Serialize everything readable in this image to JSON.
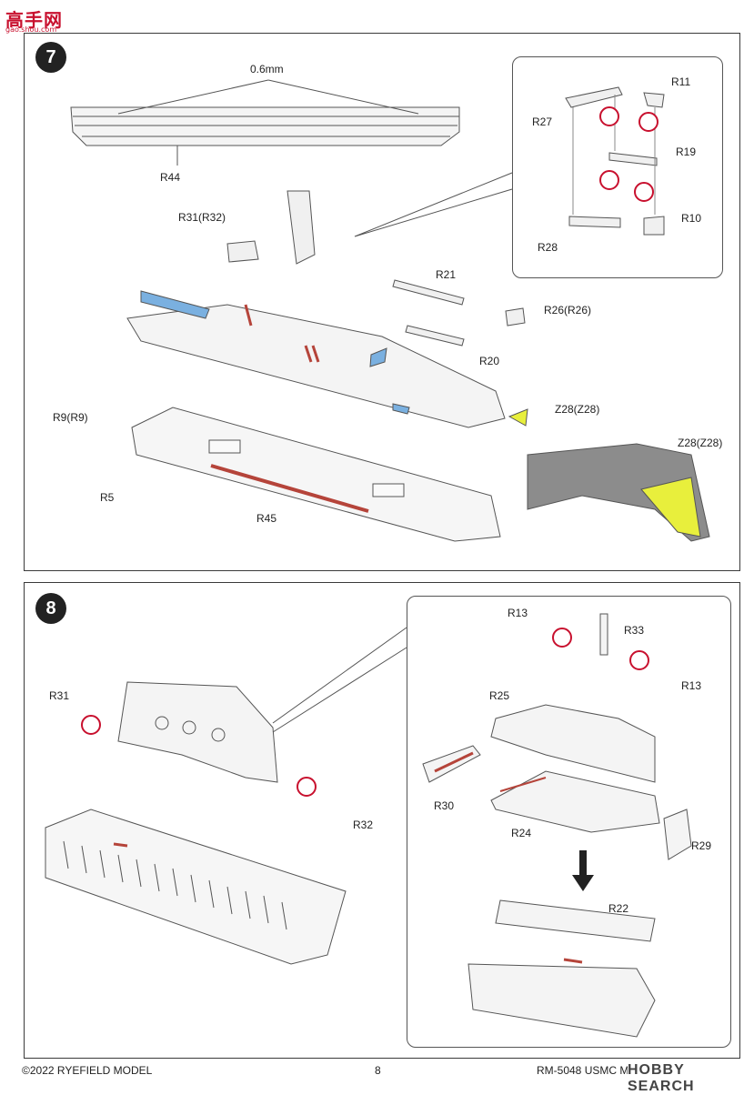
{
  "watermark": {
    "text": "高手网",
    "url": "gao.shou.com"
  },
  "steps": [
    {
      "number": "7",
      "labels": {
        "thickness": "0.6mm",
        "r44": "R44",
        "r31r32": "R31(R32)",
        "r21": "R21",
        "r26r26": "R26(R26)",
        "r20": "R20",
        "r9r9": "R9(R9)",
        "z28a": "Z28(Z28)",
        "r5": "R5",
        "r45": "R45",
        "z28b": "Z28(Z28)",
        "r11": "R11",
        "r27": "R27",
        "r19": "R19",
        "r10": "R10",
        "r28": "R28"
      }
    },
    {
      "number": "8",
      "labels": {
        "r31": "R31",
        "r32": "R32",
        "r13a": "R13",
        "r33": "R33",
        "r13b": "R13",
        "r25": "R25",
        "r30": "R30",
        "r24": "R24",
        "r29": "R29",
        "r22": "R22"
      }
    }
  ],
  "footer": {
    "copyright": "©2022 RYEFIELD MODEL",
    "page": "8",
    "product": "RM-5048 USMC M1A1 FEP / TUSK",
    "logo": "HOBBY SEARCH"
  },
  "colors": {
    "blue_part": "#7ab0e0",
    "yellow_part": "#e8ef3c",
    "red_mark": "#b5443a",
    "grey_part": "#8c8c8c"
  }
}
